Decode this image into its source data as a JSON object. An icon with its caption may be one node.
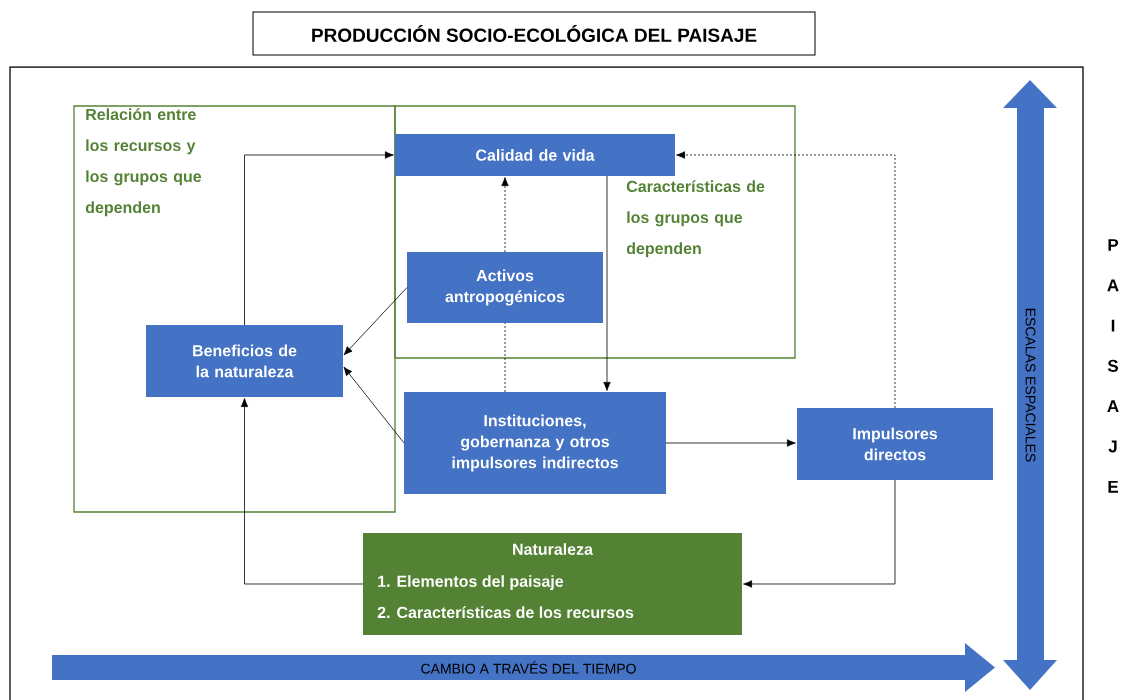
{
  "diagram": {
    "title": "PRODUCCIÓN SOCIO-ECOLÓGICA DEL PAISAJE",
    "nodes": [
      {
        "text": [
          "Relación entre los recursos y los grupos que dependen"
        ]
      },
      {
        "text": [
          "Características de los grupos que dependen"
        ]
      },
      {
        "text": [
          "Calidad de vida"
        ],
        "in": 1
      },
      {
        "text": [
          "Activos antropogénicos"
        ],
        "in": 1
      },
      {
        "text": [
          "Beneficios de la naturaleza"
        ],
        "in": 0
      },
      {
        "text": [
          "Instituciones, gobernanza y otros impulsores indirectos"
        ]
      },
      {
        "text": [
          "Impulsores directos"
        ]
      },
      {
        "text": [
          "Naturaleza",
          "1. Elementos del paisaje",
          "2. Características de los recursos"
        ]
      },
      {
        "text": [
          "ESCALAS ESPACIALES"
        ]
      },
      {
        "text": [
          "CAMBIO A TRAVÉS DEL TIEMPO"
        ]
      }
    ],
    "edges": [
      {
        "from": 4,
        "to": 2,
        "arrow": "to"
      },
      {
        "from": 3,
        "to": 4,
        "arrow": "to"
      },
      {
        "from": 5,
        "to": 4,
        "arrow": "to"
      },
      {
        "from": 5,
        "to": 3,
        "arrow": "none",
        "style": "dashed"
      },
      {
        "from": 3,
        "to": 2,
        "arrow": "to",
        "style": "dashed"
      },
      {
        "from": 2,
        "to": 5,
        "arrow": "to"
      },
      {
        "from": 5,
        "to": 6,
        "arrow": "to"
      },
      {
        "from": 6,
        "to": 2,
        "arrow": "to",
        "style": "dashed"
      },
      {
        "from": 6,
        "to": 7,
        "arrow": "to"
      },
      {
        "from": 7,
        "to": 4,
        "arrow": "to"
      }
    ],
    "labels": [
      "P",
      "A",
      "I",
      "S",
      "A",
      "J",
      "E"
    ]
  }
}
